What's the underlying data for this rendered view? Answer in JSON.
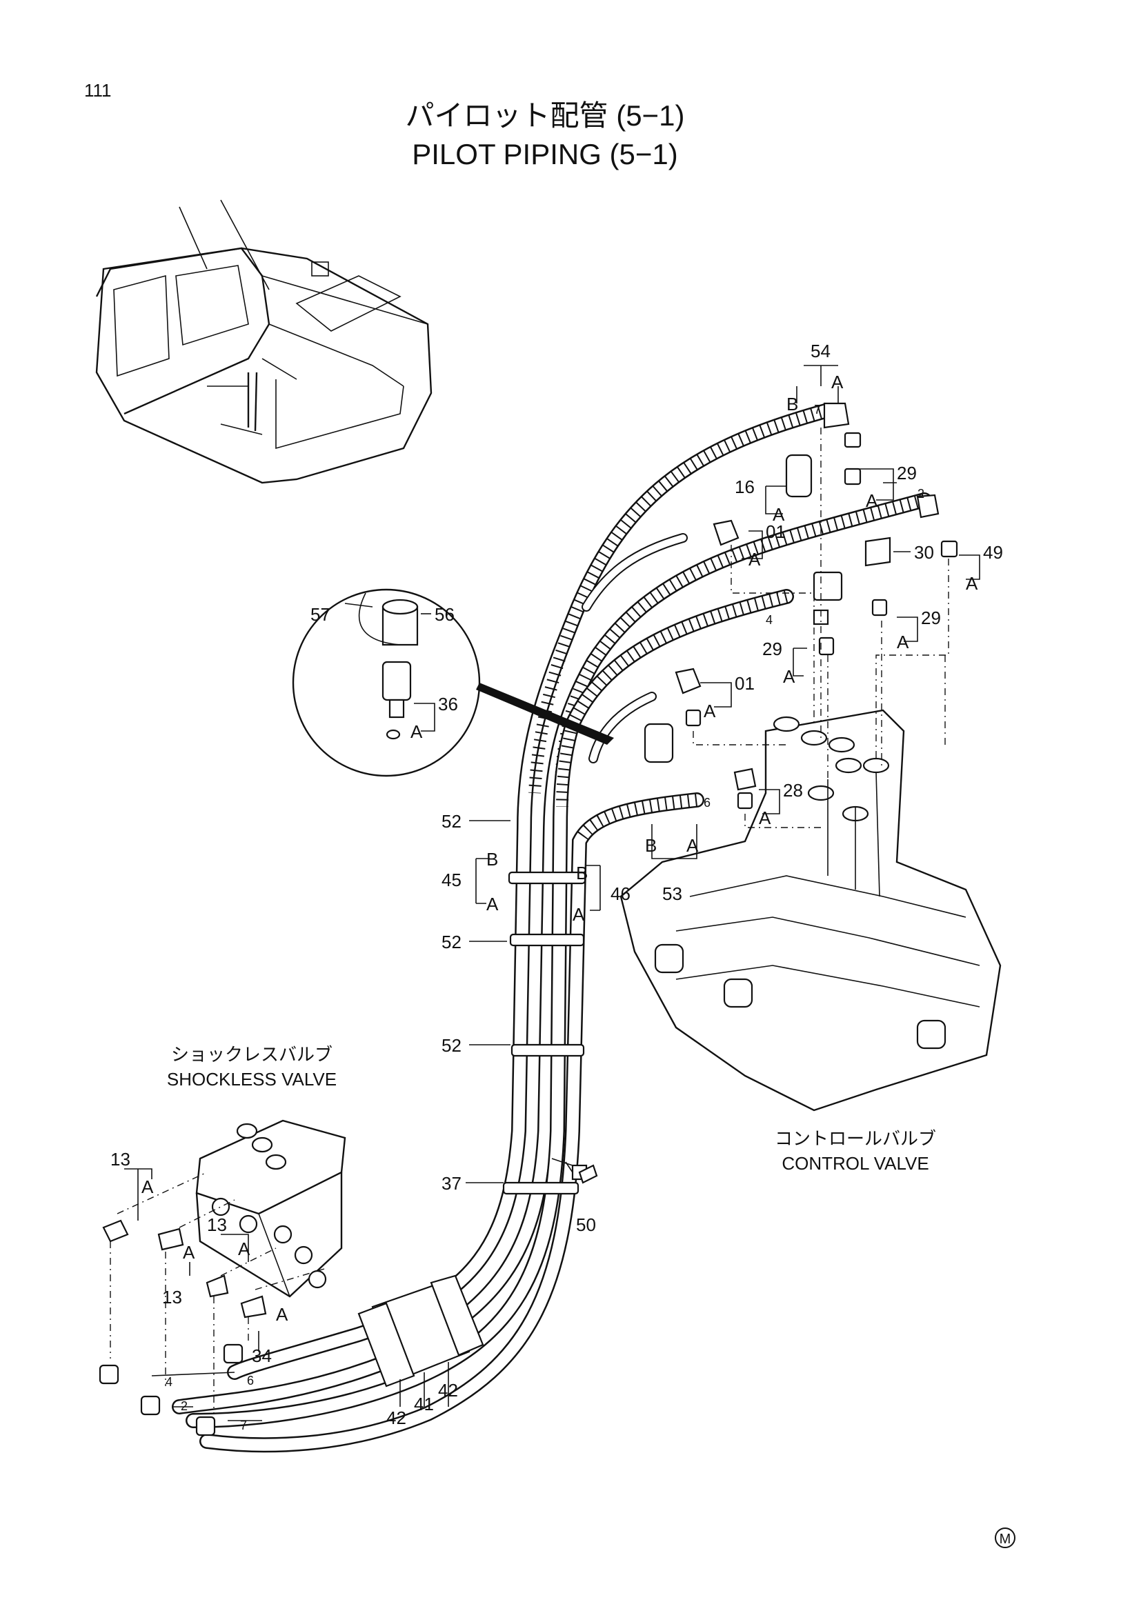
{
  "page_number": "111",
  "title_jp": "パイロット配管 (5−1)",
  "title_en": "PILOT PIPING (5−1)",
  "components": {
    "shockless_jp": "ショックレスバルブ",
    "shockless_en": "SHOCKLESS VALVE",
    "control_jp": "コントロールバルブ",
    "control_en": "CONTROL VALVE"
  },
  "mark": "M",
  "callouts": {
    "c54": "54",
    "c29a": "29",
    "c16": "16",
    "c01a": "01",
    "c30": "30",
    "c49": "49",
    "c29b": "29",
    "c29c": "29",
    "c01b": "01",
    "c28": "28",
    "c57": "57",
    "c56": "56",
    "c36": "36",
    "c52a": "52",
    "c45": "45",
    "c46": "46",
    "c53": "53",
    "c52b": "52",
    "c52c": "52",
    "c37": "37",
    "c50": "50",
    "c13a": "13",
    "c13b": "13",
    "c13c": "13",
    "c34": "34",
    "c42a": "42",
    "c41": "41",
    "c42b": "42"
  },
  "small_marks": {
    "m7a": "7",
    "m2a": "2",
    "m4a": "4",
    "m6a": "6",
    "m4b": "4",
    "m6b": "6",
    "m2b": "2",
    "m7b": "7"
  },
  "branch_letters": {
    "a": "A",
    "b": "B"
  }
}
